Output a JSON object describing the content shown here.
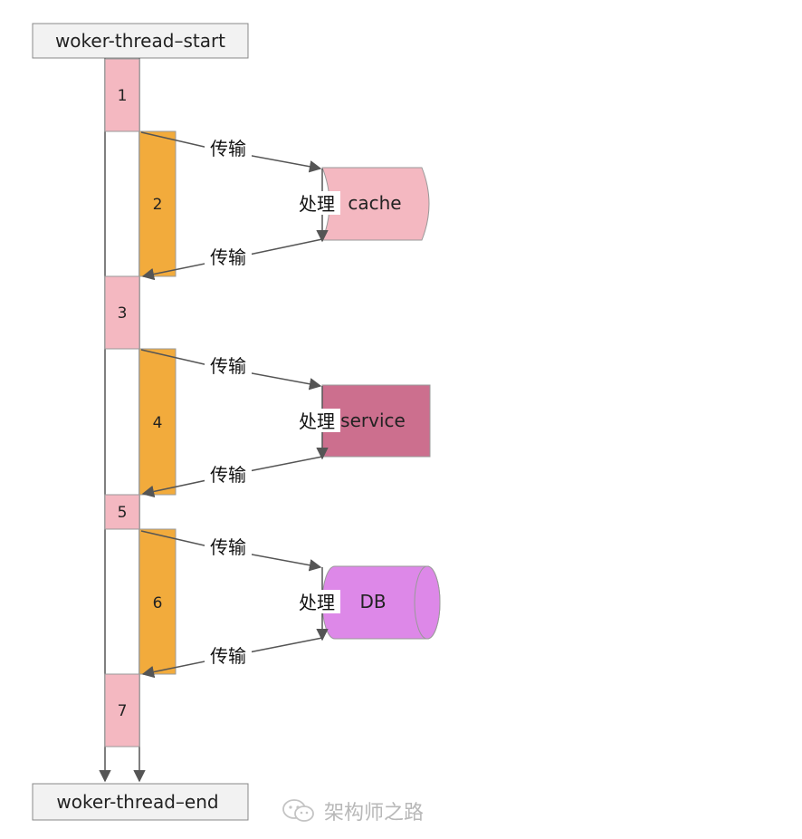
{
  "start_label": "woker-thread–start",
  "end_label": "woker-thread–end",
  "steps": [
    "1",
    "2",
    "3",
    "4",
    "5",
    "6",
    "7"
  ],
  "transfer_label": "传输",
  "process_label": "处理",
  "nodes": {
    "cache": "cache",
    "service": "service",
    "db": "DB"
  },
  "watermark": {
    "text": "架构师之路",
    "icon": "wechat-icon"
  },
  "colors": {
    "pink_step": "#f4b8c1",
    "orange_step": "#f2ab3c",
    "cache_fill": "#f4b8c1",
    "service_fill": "#cc6f8e",
    "db_fill": "#dd88e8",
    "arrow": "#555555"
  }
}
